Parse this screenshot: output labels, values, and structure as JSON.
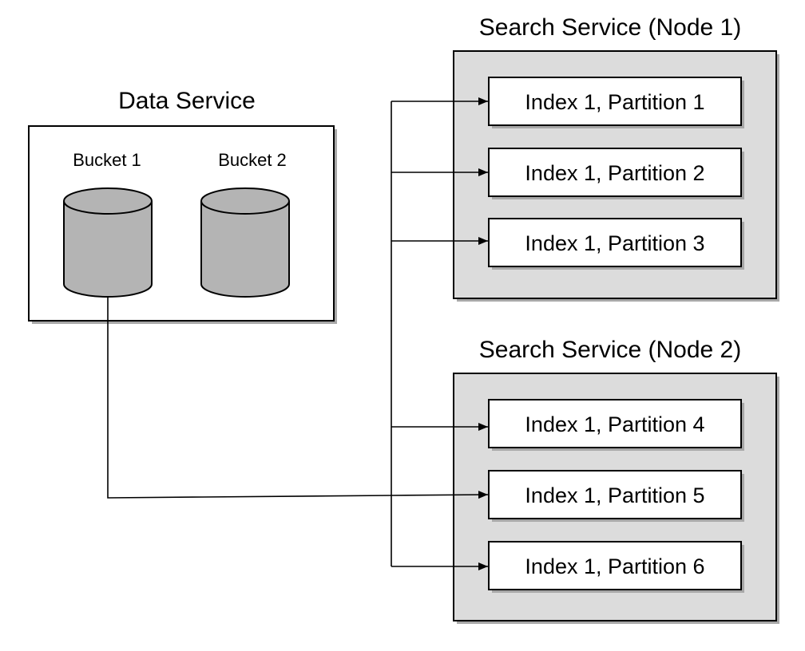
{
  "data_service": {
    "title": "Data Service",
    "buckets": [
      {
        "label": "Bucket 1"
      },
      {
        "label": "Bucket 2"
      }
    ]
  },
  "search_nodes": [
    {
      "title": "Search Service (Node 1)",
      "partitions": [
        {
          "label": "Index 1, Partition 1"
        },
        {
          "label": "Index 1, Partition 2"
        },
        {
          "label": "Index 1, Partition 3"
        }
      ]
    },
    {
      "title": "Search Service (Node 2)",
      "partitions": [
        {
          "label": "Index 1, Partition 4"
        },
        {
          "label": "Index 1, Partition 5"
        },
        {
          "label": "Index 1, Partition 6"
        }
      ]
    }
  ],
  "colors": {
    "node_fill": "#dcdcdc",
    "box_fill": "#ffffff",
    "cylinder_fill": "#b4b4b4",
    "line": "#000000"
  }
}
